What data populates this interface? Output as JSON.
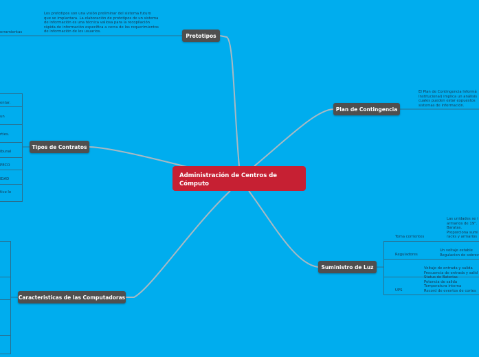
{
  "central": {
    "title": "Administración de Centros de Cómputo"
  },
  "prototipos": {
    "label": "Prototipos",
    "left_fragment": "erramientas",
    "description": [
      "Los prototipos son una visión preliminar del sistema futuro",
      "que se implantara. La elaboración de prototipos de un sistema",
      "de información es una técnica valiosa para la recopilación",
      "rápida de información específica a cerca de los requerimientos",
      "de información de los usuarios."
    ]
  },
  "contratos": {
    "label": "Tipos de Contratos",
    "rows": [
      "entar.",
      "un",
      "rties.",
      "ibunal",
      "PECO",
      "IDAD",
      "tico lo"
    ]
  },
  "plan": {
    "label": "Plan de Contingencia",
    "description": [
      "El Plan de Contingencia Informá",
      "Institucional) implica un análisis",
      "cuales pueden estar expuestos",
      "sistemas de información."
    ]
  },
  "suministro": {
    "label": "Suministro de Luz",
    "rows": [
      {
        "name": "Toma corrientes",
        "details": [
          "Las unidades se i",
          "armarios de 19\".",
          "Baratas.",
          "Proporciona sumi",
          "racks y armarios"
        ]
      },
      {
        "name": "Reguladores",
        "details": [
          "Un voltaje estable",
          "Regulacion de sobrev"
        ]
      },
      {
        "name": "UPS",
        "details": [
          "Voltaje de entrada y salida",
          "Frecuencia de entrada y salid",
          "Status de Baterias",
          "Potencia de salida",
          "Temperatura interna",
          "Record de eventos de cortes"
        ]
      }
    ]
  },
  "caracteristicas": {
    "label": "Caracteristicas de las Computadoras"
  }
}
